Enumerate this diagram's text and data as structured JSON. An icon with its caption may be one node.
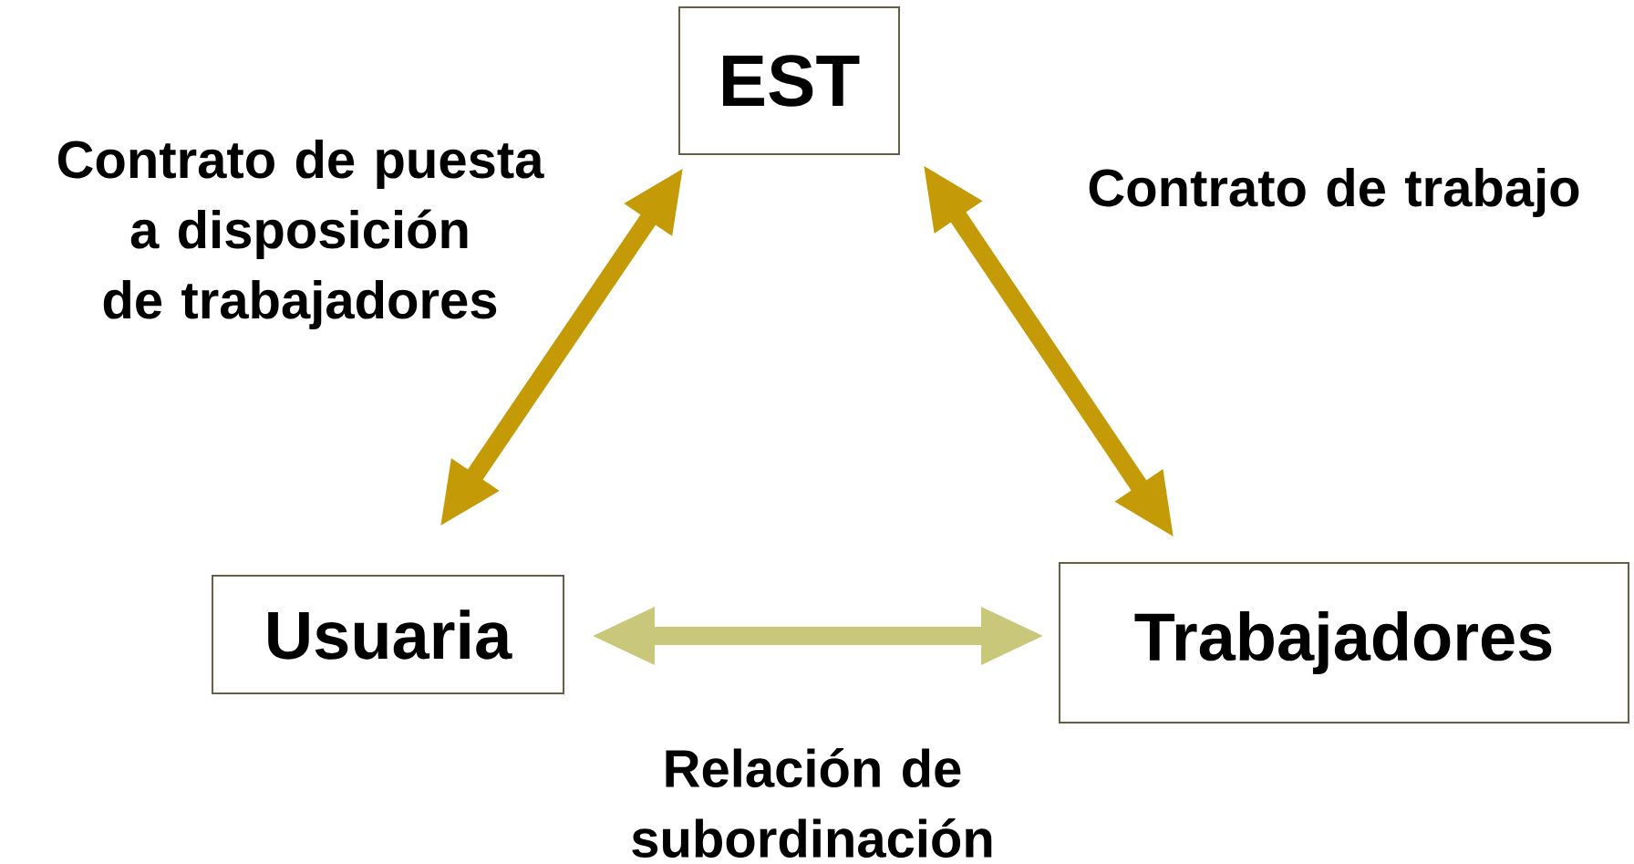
{
  "diagram": {
    "nodes": [
      {
        "text": [
          "EST"
        ]
      },
      {
        "text": [
          "Usuaria"
        ]
      },
      {
        "text": [
          "Trabajadores"
        ]
      }
    ],
    "edges": [
      {
        "from": 1,
        "to": 0,
        "arrow": "both",
        "label": "Contrato de puesta a disposición de trabajadores"
      },
      {
        "from": 0,
        "to": 2,
        "arrow": "both",
        "label": "Contrato de trabajo"
      },
      {
        "from": 1,
        "to": 2,
        "arrow": "both",
        "label": "Relación de subordinación",
        "color": "#c9c77a"
      }
    ]
  }
}
